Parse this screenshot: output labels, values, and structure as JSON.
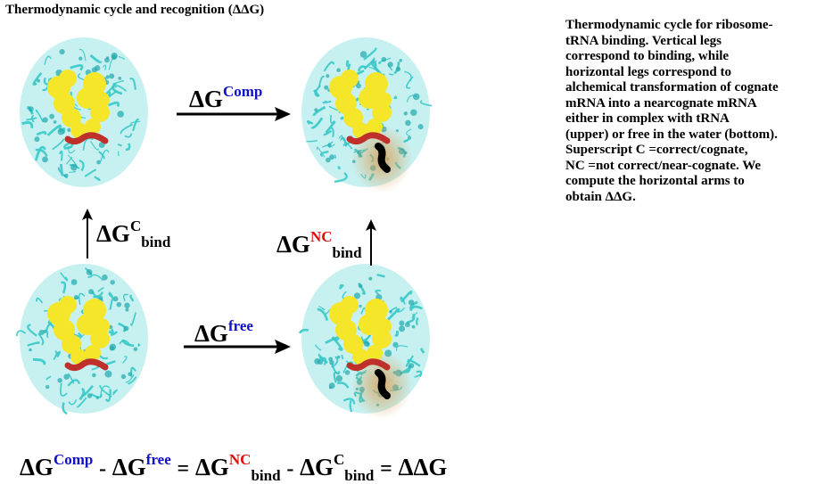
{
  "title": "Thermodynamic cycle and recognition (ΔΔG)",
  "caption": "Thermodynamic cycle for ribosome-\ntRNA binding. Vertical legs\ncorrespond to binding, while\nhorizontal legs correspond to\nalchemical transformation of cognate\nmRNA into a nearcognate mRNA\neither in complex with tRNA\n(upper) or free in the water (bottom).\nSuperscript C =correct/cognate,\nNC =not correct/near-cognate. We\ncompute the horizontal arms to\nobtain  ΔΔG.",
  "labels": {
    "delta_g": "ΔG",
    "comp": "Comp",
    "free": "free",
    "c": "C",
    "nc": "NC",
    "bind": "bind"
  },
  "equation": {
    "minus": "-",
    "equals": "=",
    "ddg": "ΔΔG"
  },
  "colors": {
    "ribosome": "#36c8c8",
    "trna": "#f5e62a",
    "mrna_cognate": "#c0302a",
    "mrna_near_cognate": "#000000",
    "glow": "#d9a15a",
    "superscript_blue": "#1010c8",
    "superscript_red": "#e01010"
  }
}
